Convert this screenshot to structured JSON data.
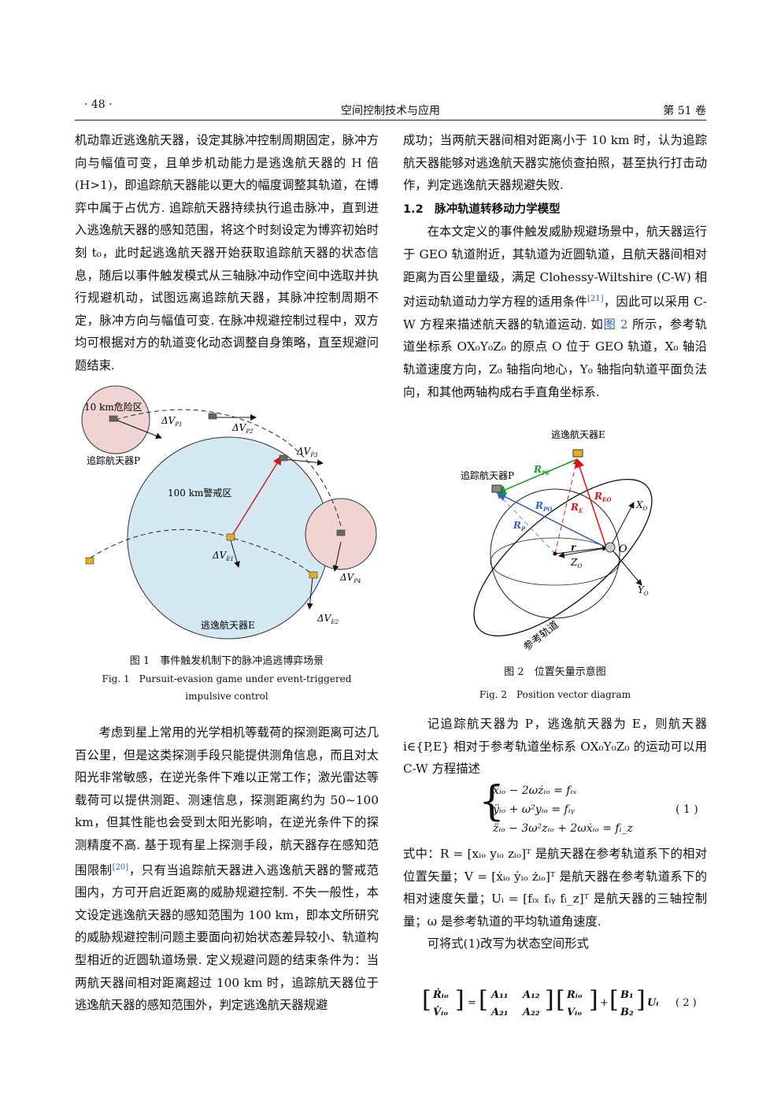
{
  "header": {
    "page_number": "· 48 ·",
    "journal": "空间控制技术与应用",
    "volume": "第 51 卷"
  },
  "left_top": {
    "para1": "机动靠近逃逸航天器，设定其脉冲控制周期固定，脉冲方向与幅值可变，且单步机动能力是逃逸航天器的 H 倍(H>1)，即追踪航天器能以更大的幅度调整其轨道，在博弈中属于占优方. 追踪航天器持续执行追击脉冲，直到进入逃逸航天器的感知范围，将这个时刻设定为博弈初始时刻 t₀，此时起逃逸航天器开始获取追踪航天器的状态信息，随后以事件触发模式从三轴脉冲动作空间中选取并执行规避机动，试图远离追踪航天器，其脉冲控制周期不定，脉冲方向与幅值可变. 在脉冲规避控制过程中，双方均可根据对方的轨道变化动态调整自身策略，直至规避问题结束."
  },
  "fig1": {
    "label_danger": "10 km危险区",
    "label_pursuer": "追踪航天器P",
    "label_warning": "100 km警戒区",
    "label_evader": "逃逸航天器E",
    "dvp1": "ΔV",
    "dvp1_sub": "P1",
    "dvp2_sub": "P2",
    "dvp3_sub": "P3",
    "dvp4_sub": "P4",
    "dve1_sub": "E1",
    "dve2_sub": "E2",
    "caption_cn": "图 1　事件触发机制下的脉冲追逃博弈场景",
    "caption_en": "Fig. 1　Pursuit-evasion game under event-triggered impulsive control"
  },
  "left_bottom": {
    "para2_a": "考虑到星上常用的光学相机等载荷的探测距离可达几百公里，但是这类探测手段只能提供测角信息，而且对太阳光非常敏感，在逆光条件下难以正常工作；激光雷达等载荷可以提供测距、测速信息，探测距离约为 50~100 km，但其性能也会受到太阳光影响，在逆光条件下的探测精度不高. 基于现有星上探测手段，航天器存在感知范围限制",
    "para2_ref": "[20]",
    "para2_b": "，只有当追踪航天器进入逃逸航天器的警戒范围内，方可开启近距离的威胁规避控制. 不失一般性，本文设定逃逸航天器的感知范围为 100 km，即本文所研究的威胁规避控制问题主要面向初始状态差异较小、轨道构型相近的近圆轨道场景. 定义规避问题的结束条件为：当两航天器间相对距离超过 100 km 时，追踪航天器位于逃逸航天器的感知范围外，判定逃逸航天器规避"
  },
  "right_top": {
    "para1": "成功；当两航天器间相对距离小于 10 km 时，认为追踪航天器能够对逃逸航天器实施侦查拍照，甚至执行打击动作，判定逃逸航天器规避失败.",
    "section": "1.2　脉冲轨道转移动力学模型",
    "para2_a": "在本文定义的事件触发威胁规避场景中，航天器运行于 GEO 轨道附近，其轨道为近圆轨道，且航天器间相对距离为百公里量级，满足 Clohessy-Wiltshire (C-W) 相对运动轨道动力学方程的适用条件",
    "para2_ref": "[21]",
    "para2_b": "，因此可以采用 C-W 方程来描述航天器的轨道运动. 如",
    "para2_figref": "图 2",
    "para2_c": " 所示，参考轨道坐标系 OX₀Y₀Z₀ 的原点 O 位于 GEO 轨道，X₀ 轴沿轨道速度方向，Z₀ 轴指向地心，Y₀ 轴指向轨道平面负法向，和其他两轴构成右手直角坐标系."
  },
  "fig2": {
    "label_evader": "逃逸航天器E",
    "label_pursuer": "追踪航天器P",
    "r_pe": "R",
    "r_pe_sub": "PE",
    "r_po_sub": "PO",
    "r_e_sub": "E",
    "r_eo_sub": "EO",
    "r_p_sub": "P",
    "r_label": "r",
    "o_label": "O",
    "x_label": "X",
    "x_sub": "O",
    "y_label": "Y",
    "z_label": "Z",
    "orbit_label": "参考轨道",
    "caption_cn": "图 2　位置矢量示意图",
    "caption_en": "Fig. 2　Position vector diagram"
  },
  "right_bottom": {
    "para3": "记追踪航天器为 P，逃逸航天器为 E，则航天器 i∈{P,E} 相对于参考轨道坐标系 OX₀Y₀Z₀ 的运动可以用 C-W 方程描述",
    "eq1_line1": "ẍᵢₒ − 2ωżᵢₒ = fᵢₓ",
    "eq1_line2": "ÿᵢₒ + ω²yᵢₒ = fᵢᵧ",
    "eq1_line3": "z̈ᵢₒ − 3ω²zᵢₒ + 2ωẋᵢₒ = fᵢ_z",
    "eq1_num": "( 1 )",
    "para4_a": "式中：R",
    "para4_b": " = [xᵢₒ  yᵢₒ  zᵢₒ]ᵀ 是航天器在参考轨道系下的相对位置矢量；V",
    "para4_c": " = [ẋᵢₒ  ẏᵢₒ  żᵢₒ]ᵀ 是航天器在参考轨道系下的相对速度矢量；Uᵢ = [fᵢₓ  fᵢᵧ  fᵢ_z]ᵀ 是航天器的三轴控制量；ω 是参考轨道的平均轨道角速度.",
    "para5": "可将式(1)改写为状态空间形式",
    "eq2_lhs1": "Ṙᵢₒ",
    "eq2_lhs2": "V̇ᵢₒ",
    "eq2_a11": "A₁₁",
    "eq2_a12": "A₁₂",
    "eq2_a21": "A₂₁",
    "eq2_a22": "A₂₂",
    "eq2_r": "Rᵢₒ",
    "eq2_v": "Vᵢₒ",
    "eq2_b1": "B₁",
    "eq2_b2": "B₂",
    "eq2_u": "Uᵢ",
    "eq2_num": "( 2 )"
  }
}
